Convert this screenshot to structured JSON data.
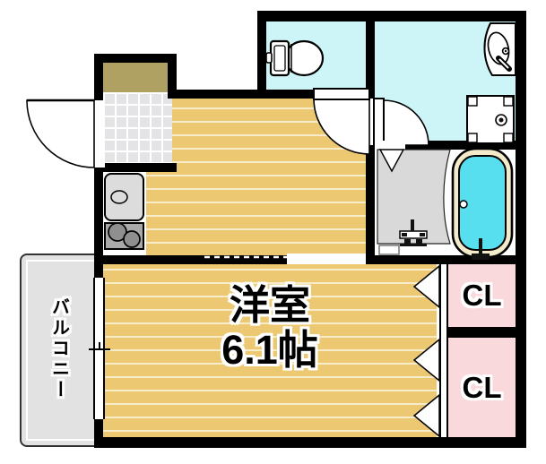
{
  "title": "apartment-floor-plan",
  "rooms": {
    "main": {
      "label": "洋室",
      "size": "6.1帖",
      "floor_color": "#ECC873"
    },
    "balcony": {
      "label": "バルコニー",
      "floor_color": "#E2E2E2"
    },
    "closet_upper": {
      "label": "CL",
      "floor_color": "#FAD9DC"
    },
    "closet_lower": {
      "label": "CL",
      "floor_color": "#FAD9DC"
    },
    "toilet_room": {
      "fixture": "toilet",
      "floor_color": "#CDF4F6"
    },
    "washroom": {
      "fixtures": [
        "wash-basin",
        "washing-machine-pan"
      ],
      "floor_color": "#CDF4F6"
    },
    "bathroom": {
      "fixtures": [
        "bathtub",
        "shower-floor",
        "shower-mixer"
      ],
      "floor_color": "#FFFFFF"
    },
    "kitchen": {
      "fixtures": [
        "kitchen-sink",
        "two-burner-stove"
      ]
    },
    "entrance": {
      "features": [
        "entry-swing-door",
        "tiled-genkan",
        "shoe-storage"
      ]
    }
  },
  "colors": {
    "wall": "#000000",
    "wood_floor": "#ECC873",
    "wood_floor_stripe": "#F6ECC9",
    "wet_room_cyan": "#CDF4F6",
    "closet_pink": "#FAD9DC",
    "balcony_gray": "#E2E2E2",
    "entrance_tile": "#E4E4E6",
    "shoe_storage_khaki": "#AFA162",
    "shower_gray": "#D9D9D9",
    "bath_water": "#58DFEF",
    "tub_rim": "#F3EACA"
  }
}
